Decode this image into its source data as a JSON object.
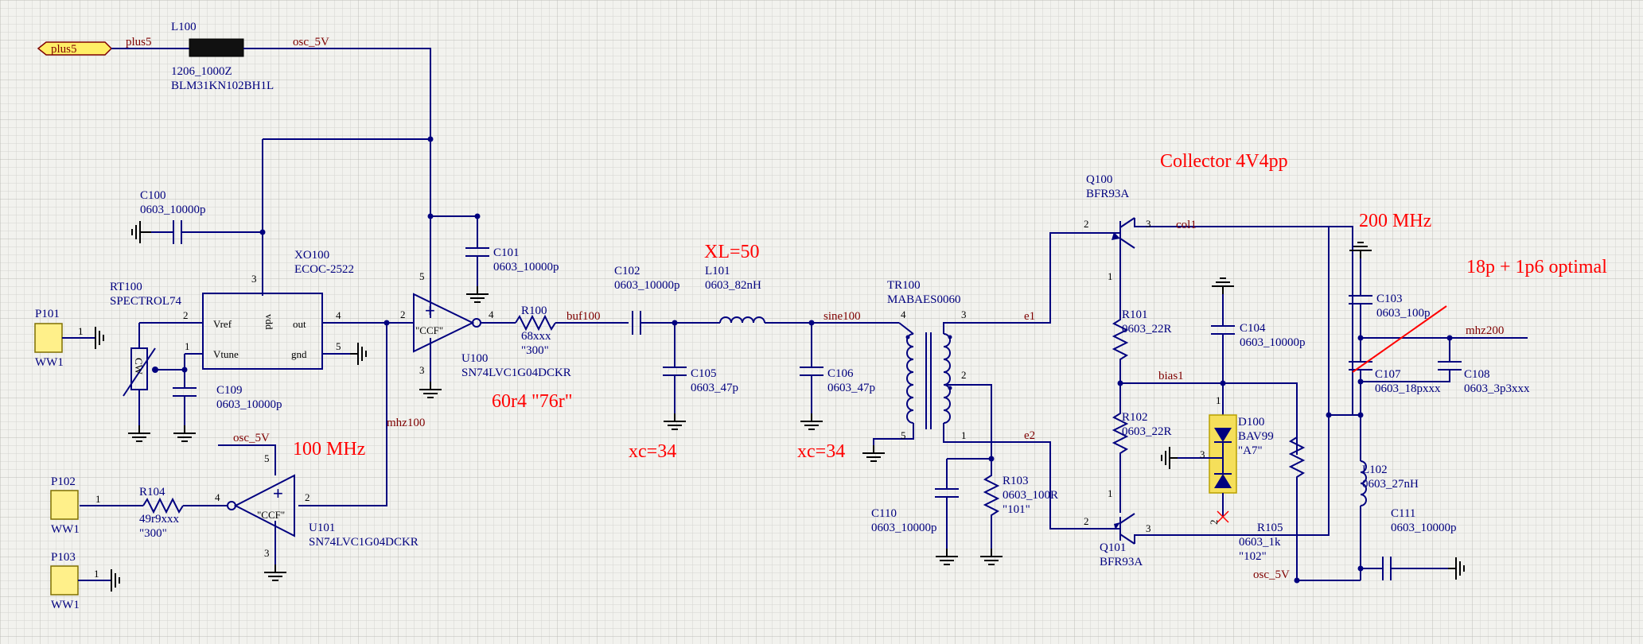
{
  "port": {
    "name": "plus5"
  },
  "nets": {
    "plus5": "plus5",
    "osc5v_top": "osc_5V",
    "osc5v_u101": "osc_5V",
    "osc5v_bot": "osc_5V",
    "buf100": "buf100",
    "sine100": "sine100",
    "mhz100": "mhz100",
    "mhz200": "mhz200",
    "e1": "e1",
    "e2": "e2",
    "col1": "col1",
    "bias1": "bias1"
  },
  "components": {
    "L100": {
      "ref": "L100",
      "value": "1206_1000Z",
      "part": "BLM31KN102BH1L"
    },
    "C100": {
      "ref": "C100",
      "value": "0603_10000p"
    },
    "XO100": {
      "ref": "XO100",
      "value": "ECOC-2522",
      "pin_vref": "Vref",
      "pin_vtune": "Vtune",
      "pin_vdd": "vdd",
      "pin_out": "out",
      "pin_gnd": "gnd"
    },
    "RT100": {
      "ref": "RT100",
      "value": "SPECTROL74",
      "mark": "CW"
    },
    "C109": {
      "ref": "C109",
      "value": "0603_10000p"
    },
    "P101": {
      "ref": "P101",
      "value": "WW1"
    },
    "P102": {
      "ref": "P102",
      "value": "WW1"
    },
    "P103": {
      "ref": "P103",
      "value": "WW1"
    },
    "C101": {
      "ref": "C101",
      "value": "0603_10000p"
    },
    "U100": {
      "ref": "U100",
      "value": "SN74LVC1G04DCKR",
      "body": "\"CCF\""
    },
    "U101": {
      "ref": "U101",
      "value": "SN74LVC1G04DCKR",
      "body": "\"CCF\""
    },
    "R100": {
      "ref": "R100",
      "value": "68xxx",
      "alt": "\"300\""
    },
    "R104": {
      "ref": "R104",
      "value": "49r9xxx",
      "alt": "\"300\""
    },
    "C102": {
      "ref": "C102",
      "value": "0603_10000p"
    },
    "L101": {
      "ref": "L101",
      "value": "0603_82nH"
    },
    "C105": {
      "ref": "C105",
      "value": "0603_47p"
    },
    "C106": {
      "ref": "C106",
      "value": "0603_47p"
    },
    "TR100": {
      "ref": "TR100",
      "value": "MABAES0060"
    },
    "C110": {
      "ref": "C110",
      "value": "0603_10000p"
    },
    "R103": {
      "ref": "R103",
      "value": "0603_100R",
      "alt": "\"101\""
    },
    "Q100": {
      "ref": "Q100",
      "value": "BFR93A"
    },
    "Q101": {
      "ref": "Q101",
      "value": "BFR93A"
    },
    "R101": {
      "ref": "R101",
      "value": "0603_22R"
    },
    "R102": {
      "ref": "R102",
      "value": "0603_22R"
    },
    "C104": {
      "ref": "C104",
      "value": "0603_10000p"
    },
    "D100": {
      "ref": "D100",
      "value": "BAV99",
      "alt": "\"A7\""
    },
    "R105": {
      "ref": "R105",
      "value": "0603_1k",
      "alt": "\"102\""
    },
    "C103": {
      "ref": "C103",
      "value": "0603_100p"
    },
    "C107": {
      "ref": "C107",
      "value": "0603_18pxxx"
    },
    "C108": {
      "ref": "C108",
      "value": "0603_3p3xxx"
    },
    "L102": {
      "ref": "L102",
      "value": "0603_27nH"
    },
    "C111": {
      "ref": "C111",
      "value": "0603_10000p"
    }
  },
  "pins": {
    "p1": "1",
    "p2": "2",
    "p3": "3",
    "p4": "4",
    "p5": "5"
  },
  "notes": {
    "collector": "Collector 4V4pp",
    "f200": "200 MHz",
    "optimal": "18p + 1p6 optimal",
    "xl": "XL=50",
    "r60": "60r4  \"76r\"",
    "f100": "100 MHz",
    "xc1": "xc=34",
    "xc2": "xc=34"
  },
  "colors": {
    "wire": "#00007f",
    "net_label": "#7f0000",
    "note": "#ff0000",
    "port_fill": "#ffee66",
    "connector_fill": "#fff08a"
  }
}
